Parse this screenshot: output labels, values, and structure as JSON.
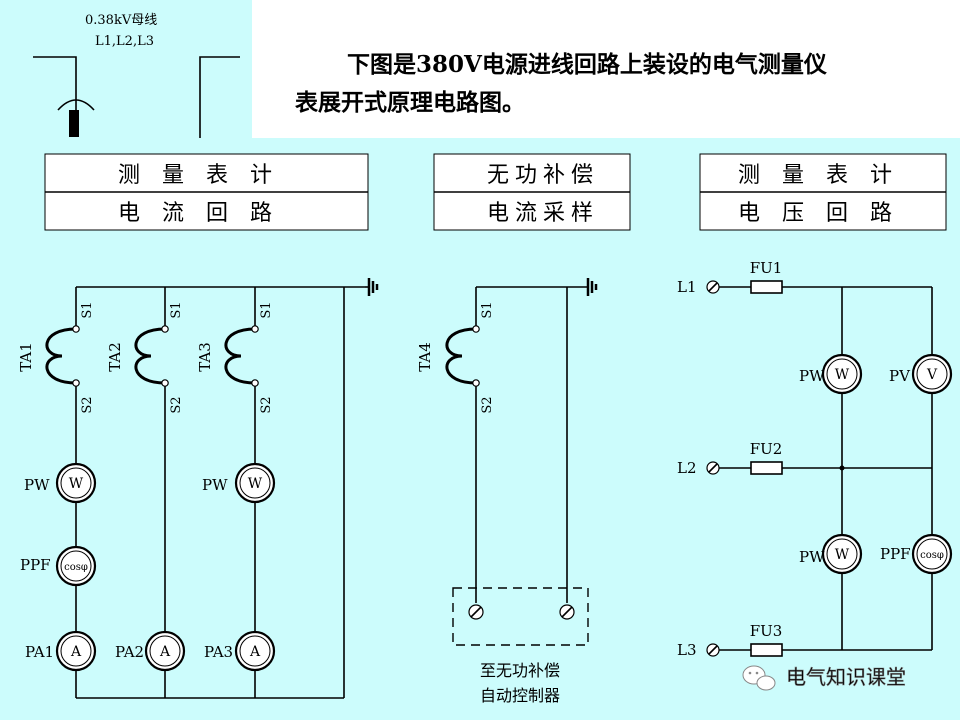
{
  "description": {
    "line1": "下图是380V电源进线回路上装设的电气测量仪",
    "line2": "表展开式原理电路图。"
  },
  "busbar": {
    "line1": "0.38kV母线",
    "line2": "L1,L2,L3"
  },
  "headers": [
    {
      "line1": "测量表计",
      "line2": "电流回路"
    },
    {
      "line1": "无功补偿",
      "line2": "电流采样"
    },
    {
      "line1": "测量表计",
      "line2": "电压回路"
    }
  ],
  "meter_symbols": {
    "watt": "W",
    "amp": "A",
    "volt": "V",
    "cos": "cosφ"
  },
  "current_circuit": {
    "ct": [
      {
        "name": "TA1"
      },
      {
        "name": "TA2"
      },
      {
        "name": "TA3"
      }
    ],
    "terminal_s1": "S1",
    "terminal_s2": "S2",
    "pw_label": "PW",
    "ppf_label": "PPF",
    "ammeters": [
      "PA1",
      "PA2",
      "PA3"
    ]
  },
  "reactive": {
    "ct_name": "TA4",
    "controller_line1": "至无功补偿",
    "controller_line2": "自动控制器"
  },
  "voltage_circuit": {
    "phases": [
      "L1",
      "L2",
      "L3"
    ],
    "fuses": [
      "FU1",
      "FU2",
      "FU3"
    ],
    "pw_label": "PW",
    "pv_label": "PV",
    "ppf_label": "PPF"
  },
  "watermark": "电气知识课堂"
}
